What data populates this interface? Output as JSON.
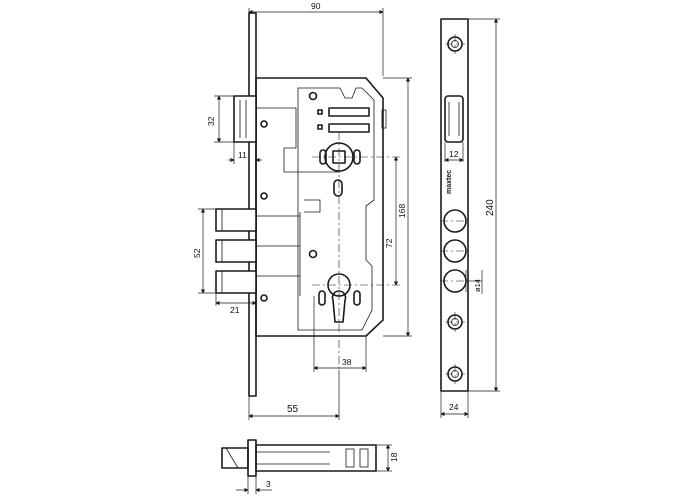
{
  "drawing": {
    "brand": "maxtec",
    "dimensions": {
      "case_width": "90",
      "latch_height": "32",
      "latch_projection": "11",
      "bolt_height": "52",
      "bolt_projection": "21",
      "backset": "55",
      "follower_to_cylinder": "72",
      "case_height": "168",
      "cylinder_to_edge": "38",
      "faceplate_height": "240",
      "faceplate_slot_width": "12",
      "hole_diameter": "ø14",
      "faceplate_width": "24",
      "bottom_thickness": "18",
      "bottom_offset": "3"
    }
  }
}
